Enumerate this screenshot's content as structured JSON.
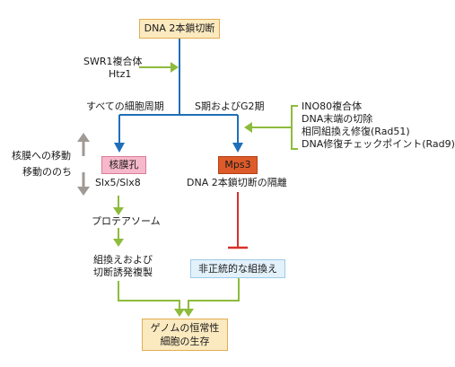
{
  "nodes": {
    "dsb": "DNA 2本鎖切断",
    "swr1_line1": "SWR1複合体",
    "swr1_line2": "Htz1",
    "all_phases": "すべての細胞周期",
    "s_g2": "S期およびG2期",
    "ino80_line1": "INO80複合体",
    "ino80_line2": "DNA末端の切除",
    "ino80_line3": "相同組換え修復(Rad51)",
    "ino80_line4": "DNA修復チェックポイント(Rad9)",
    "move_to": "核膜への移動",
    "move_after": "移動ののち",
    "nuclear_pore": "核膜孔",
    "mps3": "Mps3",
    "slx": "Slx5/Slx8",
    "sequester": "DNA 2本鎖切断の隔離",
    "proteasome": "プロテアソーム",
    "recomb_line1": "組換えおよび",
    "recomb_line2": "切断誘発複製",
    "noncanonical": "非正統的な組換え",
    "outcome_line1": "ゲノムの恒常性",
    "outcome_line2": "細胞の生存"
  },
  "colors": {
    "blue_arrow": "#1f6fb8",
    "green_arrow": "#8dbb3c",
    "red_inhibit": "#d8302a",
    "gray_arrow": "#a09a94"
  }
}
